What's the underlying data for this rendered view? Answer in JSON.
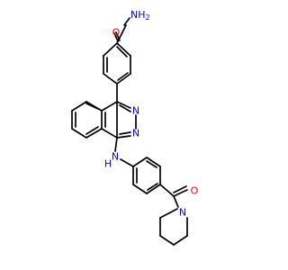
{
  "colors": {
    "bond": "#000000",
    "oxygen": "#ff0000",
    "nitrogen": "#0000ff",
    "background": "#ffffff"
  },
  "labels": {
    "amide_o": "O",
    "amide_nh2": "NH",
    "amide_nh2_sub": "2",
    "ring_n_upper": "N",
    "ring_n_lower": "N",
    "amine_n": "N",
    "amine_h": "H",
    "ketone_o": "O",
    "piperidine_n": "N"
  }
}
